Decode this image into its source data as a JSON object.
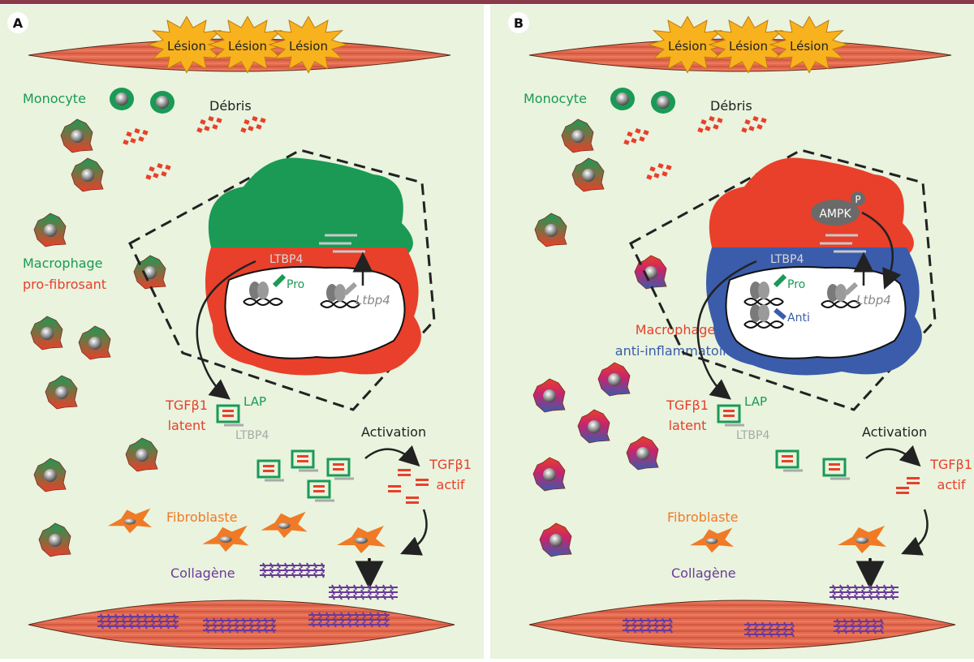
{
  "panels": [
    {
      "letter": "A",
      "lesions": [
        "Lésion",
        "Lésion",
        "Lésion"
      ],
      "monocyte": "Monocyte",
      "debris": "Débris",
      "macrophage_line1": "Macrophage",
      "macrophage_line2": "pro-fibrosant",
      "ltbp4": "LTBP4",
      "gene_pro": "Pro",
      "gene_ltbp4": "Ltbp4",
      "tgf_latent_1": "TGFβ1",
      "tgf_latent_2": "latent",
      "lap": "LAP",
      "ltbp4_small": "LTBP4",
      "activation": "Activation",
      "tgf_actif_1": "TGFβ1",
      "tgf_actif_2": "actif",
      "fibroblaste": "Fibroblaste",
      "collagene": "Collagène"
    },
    {
      "letter": "B",
      "lesions": [
        "Lésion",
        "Lésion",
        "Lésion"
      ],
      "monocyte": "Monocyte",
      "debris": "Débris",
      "macrophage_line1": "Macrophage",
      "macrophage_line2": "anti-inflammatoire",
      "ampk": "AMPK",
      "phospho": "P",
      "ltbp4": "LTBP4",
      "gene_pro": "Pro",
      "gene_anti": "Anti",
      "gene_ltbp4": "Ltbp4",
      "tgf_latent_1": "TGFβ1",
      "tgf_latent_2": "latent",
      "lap": "LAP",
      "ltbp4_small": "LTBP4",
      "activation": "Activation",
      "tgf_actif_1": "TGFβ1",
      "tgf_actif_2": "actif",
      "fibroblaste": "Fibroblaste",
      "collagene": "Collagène"
    }
  ],
  "colors": {
    "panel_bg": "#e9f3de",
    "top_bar": "#8b3a4a",
    "green": "#1a9a55",
    "red": "#e8402a",
    "blue": "#3a5cab",
    "orange": "#f07a25",
    "purple": "#6a3a9a",
    "grey": "#a9a9a9",
    "lesion_star": "#f7b21e"
  }
}
